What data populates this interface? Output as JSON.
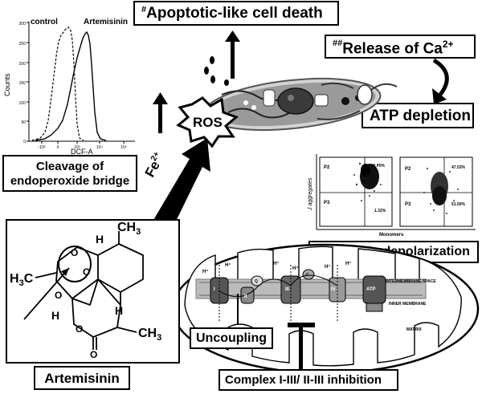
{
  "labels": {
    "apoptosis_prefix": "#",
    "apoptosis": "Apoptotic-like cell death",
    "calcium_prefix": "##",
    "calcium": "Release of Ca",
    "calcium_sup": "2+",
    "atp": "ATP depletion",
    "ros": "ROS",
    "fe": "Fe",
    "fe_sup": "2+",
    "cleavage_line1": "Cleavage of",
    "cleavage_line2": "endoperoxide bridge",
    "membrane": "Membrane depolarization",
    "uncoupling": "Uncoupling",
    "complex": "Complex I-III/ II-III inhibition",
    "artemisinin": "Artemisinin"
  },
  "histogram": {
    "control_label": "control",
    "drug_label": "Artemisinin",
    "y_axis_label": "Counts",
    "x_axis_label": "DCF-A",
    "y_ticks": [
      "300",
      "250",
      "200",
      "150",
      "100",
      "50",
      "0"
    ],
    "x_ticks": [
      "-10³",
      "0",
      "10³",
      "10⁴",
      "10⁵"
    ]
  },
  "flow_cytometry": {
    "y_axis_label": "J aggregates",
    "x_axis_label": "Monomers",
    "panel_left": {
      "p2": "P2",
      "p3": "P3",
      "upper_pct": "96.70%",
      "lower_pct": "1.32%"
    },
    "panel_right": {
      "p2": "P2",
      "p3": "P3",
      "upper_pct": "47.53%",
      "lower_pct": "51.50%"
    }
  },
  "mitochondrion": {
    "intermembrane": "INTERMEMBRANE SPACE",
    "inner_membrane": "INNER MEMBRANE",
    "matrix": "MATRIX",
    "proton": "H⁺",
    "complexes": [
      "I",
      "II",
      "Q",
      "III",
      "C",
      "IV",
      "ATP"
    ]
  },
  "molecule": {
    "ch3_top": "CH",
    "ch3_top_sub": "3",
    "h3c_left": "H",
    "h3c_left_sub": "3",
    "h3c_left_c": "C",
    "h_top": "H",
    "h_left": "H",
    "h_right": "H",
    "o_ring1": "O",
    "o_ring2": "O",
    "o_ring3": "O",
    "o_lactone": "O",
    "o_carbonyl": "O",
    "ch3_bottom": "CH",
    "ch3_bottom_sub": "3"
  }
}
